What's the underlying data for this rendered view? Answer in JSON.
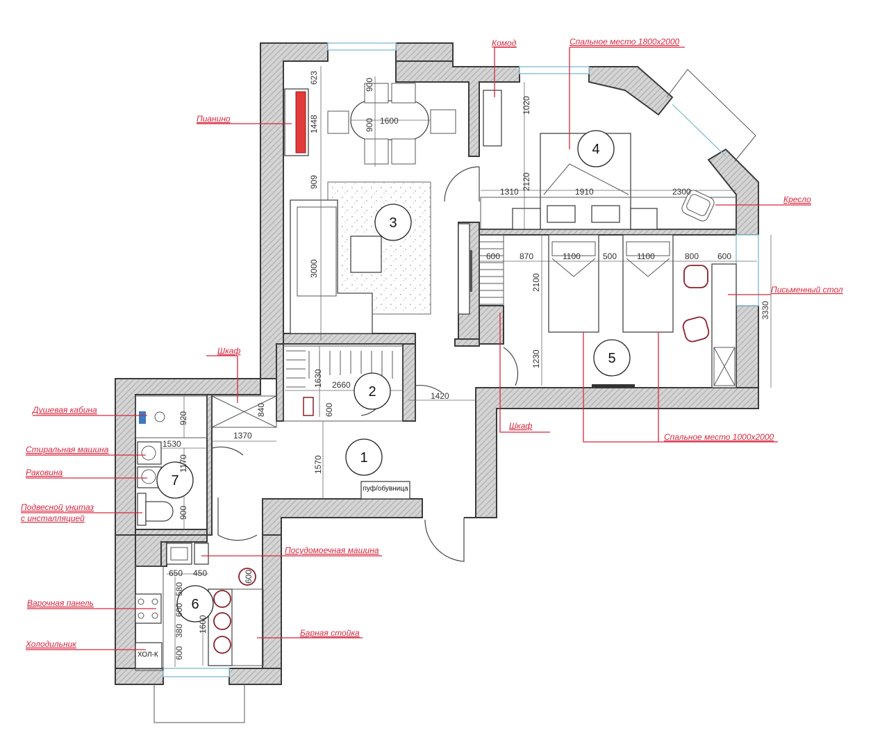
{
  "rooms": [
    "1",
    "2",
    "3",
    "4",
    "5",
    "6",
    "7"
  ],
  "labels": {
    "piano": "Пианино",
    "dresser": "Комод",
    "bed_double": "Спальное место 1800х2000",
    "armchair": "Кресло",
    "desk": "Письменный стол",
    "wardrobe_top": "Шкаф",
    "wardrobe_bottom": "Шкаф",
    "bed_single": "Спальное место 1000х2000",
    "shower": "Душевая кабина",
    "washer": "Стиральная машина",
    "sink": "Раковина",
    "toilet_line1": "Подвесной унитаз",
    "toilet_line2": "с инсталляцией",
    "dishwasher": "Посудомоечная машина",
    "hob": "Варочная панель",
    "bar": "Барная стойка",
    "fridge": "Холодильник"
  },
  "furniture_text": {
    "pouf": "пуф/обувница",
    "fridge": "ХОЛ-К"
  },
  "dimensions": {
    "d623": "623",
    "d1448": "1448",
    "d909": "909",
    "d3000": "3000",
    "d900a": "900",
    "d900b": "900",
    "d1600a": "1600",
    "d1020": "1020",
    "d2120": "2120",
    "d1310": "1310",
    "d1910": "1910",
    "d2300": "2300",
    "d600a": "600",
    "d870": "870",
    "d1100a": "1100",
    "d500": "500",
    "d1100b": "1100",
    "d800": "800",
    "d600b": "600",
    "d2100": "2100",
    "d1230": "1230",
    "d3330": "3330",
    "d1630": "1630",
    "d2660": "2660",
    "d1420": "1420",
    "d600c": "600",
    "d840": "840",
    "d920": "920",
    "d1370": "1370",
    "d1530": "1530",
    "d1170": "1170",
    "d900c": "900",
    "d1570": "1570",
    "d650": "650",
    "d450": "450",
    "d580": "580",
    "d600d": "600",
    "d1600b": "1600",
    "d380": "380",
    "d600e": "600",
    "d600f": "600"
  },
  "colors": {
    "annotation": "#d7263d",
    "wall": "#c9c9c9",
    "window": "#8fc3d6"
  }
}
